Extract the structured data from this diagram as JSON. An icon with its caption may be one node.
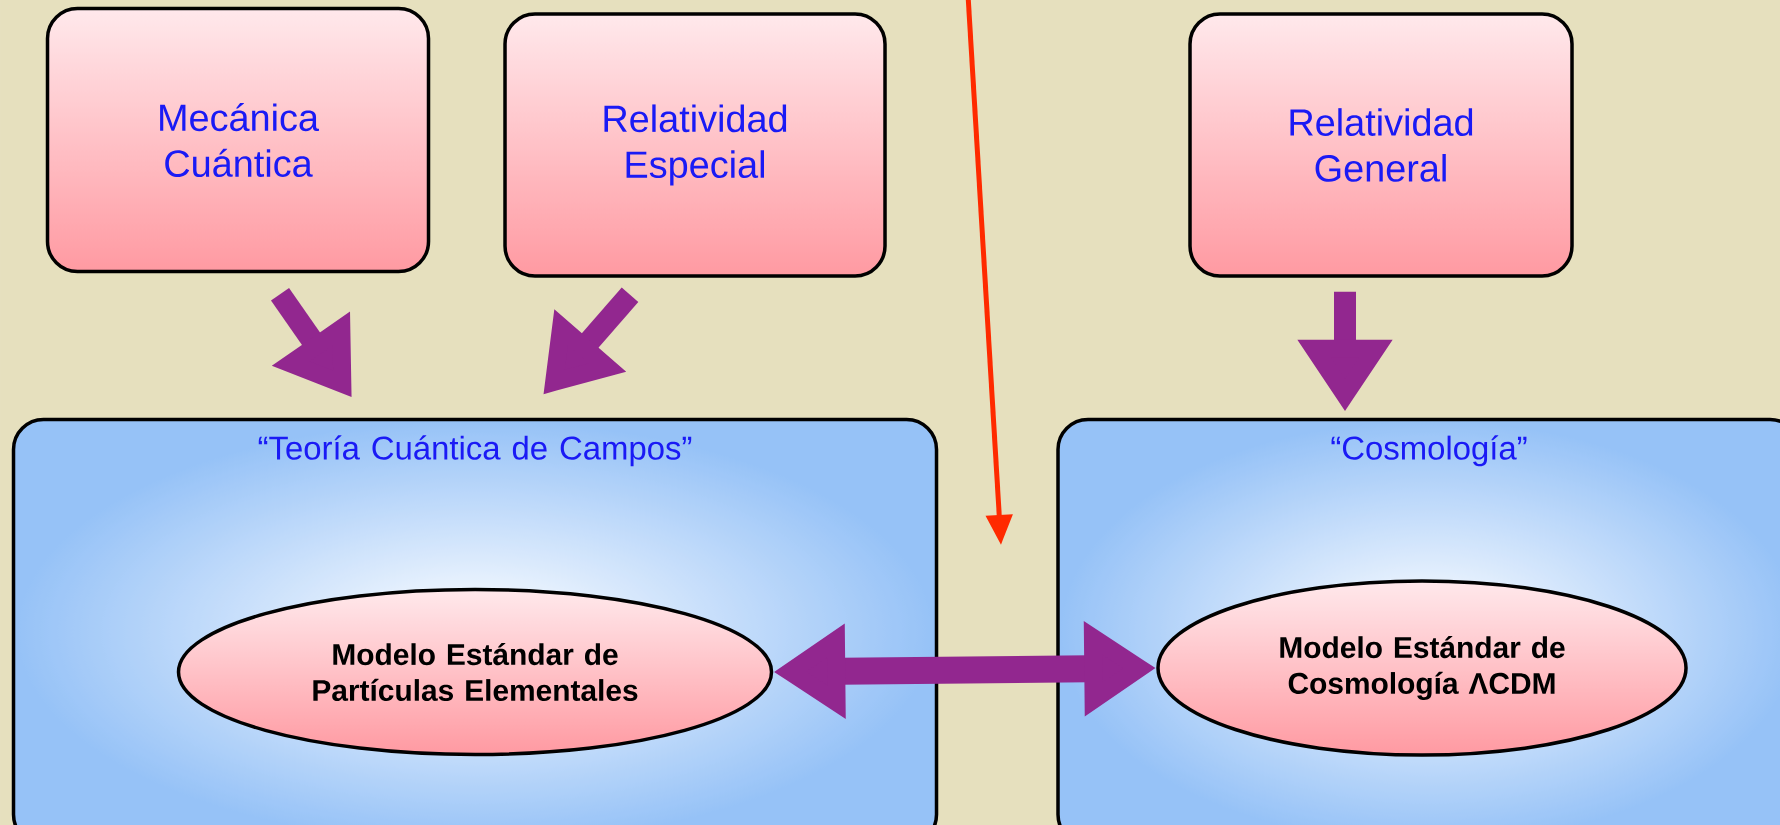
{
  "diagram": {
    "nodes": [
      {
        "text": [
          "Mecánica Cuántica"
        ]
      },
      {
        "text": [
          "Relatividad Especial"
        ]
      },
      {
        "text": [
          "Relatividad General"
        ]
      },
      {
        "text": [
          "“Teoría Cuántica de Campos”"
        ]
      },
      {
        "text": [
          "Modelo Estándar de Partículas Elementales"
        ],
        "in": 3
      },
      {
        "text": [
          "“Cosmología”"
        ]
      },
      {
        "text": [
          "Modelo Estándar de Cosmología ΛCDM"
        ],
        "in": 5
      }
    ],
    "edges": [
      {
        "from": 0,
        "to": 3,
        "arrow": "to"
      },
      {
        "from": 1,
        "to": 3,
        "arrow": "to"
      },
      {
        "from": 2,
        "to": 5,
        "arrow": "to"
      },
      {
        "from": 4,
        "to": 6,
        "arrow": "both"
      }
    ]
  }
}
